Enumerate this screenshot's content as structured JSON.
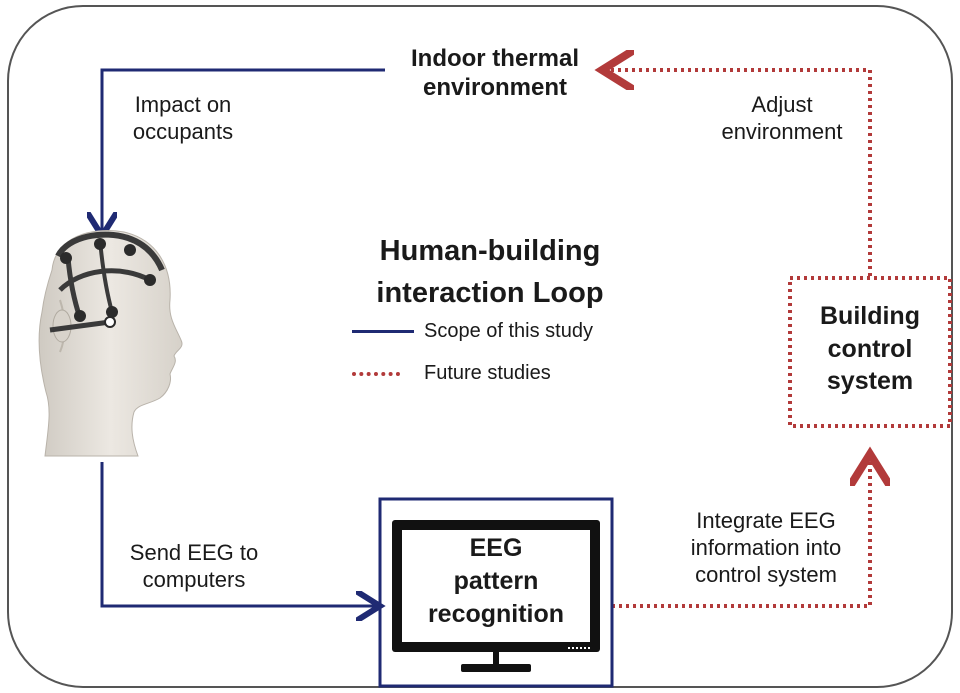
{
  "colors": {
    "solid_arrow": "#1f2a73",
    "dotted_arrow": "#b23a3a",
    "frame": "#555555",
    "monitor": "#111111"
  },
  "nodes": {
    "environment": "Indoor thermal\nenvironment",
    "eeg": "EEG\npattern\nrecognition",
    "building": "Building\ncontrol\nsystem"
  },
  "edges": {
    "impact": "Impact on\noccupants",
    "send": "Send EEG to\ncomputers",
    "integrate": "Integrate EEG\ninformation into\ncontrol system",
    "adjust": "Adjust\nenvironment"
  },
  "center_title": "Human-building\ninteraction Loop",
  "legend": {
    "solid": "Scope of this study",
    "dotted": "Future studies"
  },
  "icons": {
    "head": "eeg-headset-head-icon",
    "monitor": "monitor-icon"
  }
}
